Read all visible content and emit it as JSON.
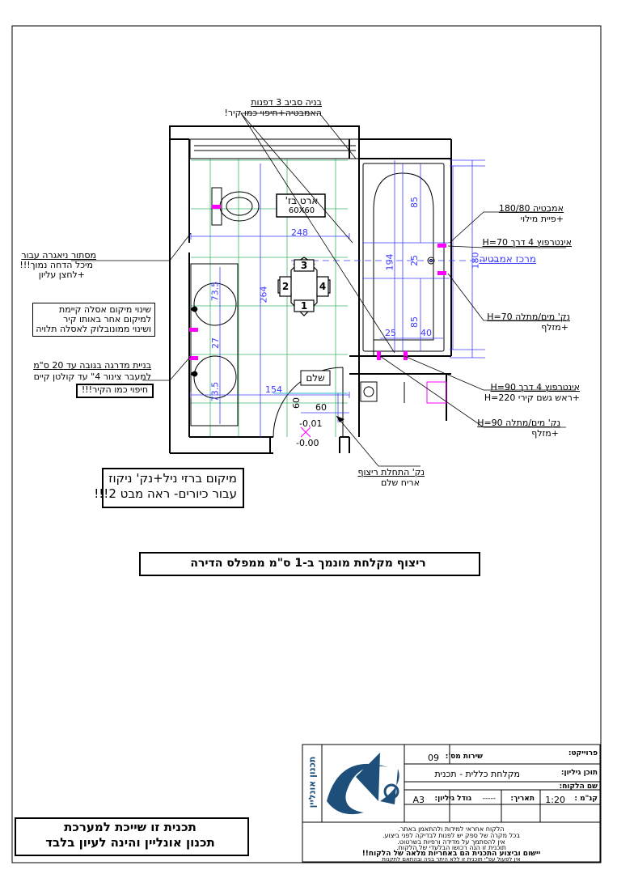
{
  "plan": {
    "dims": {
      "d248": "248",
      "d264": "264",
      "d154": "154",
      "d60a": "60",
      "d60b": "60",
      "d73a": "73.5",
      "d27": "27",
      "d73b": "73.5",
      "d85a": "85",
      "d194": "194",
      "d25a": "25",
      "d85b": "85",
      "d25b": "25",
      "d40": "40",
      "d180": "180"
    },
    "levels": {
      "minus001": "-0.01",
      "minus000": "-0.00"
    },
    "labels": {
      "shalem": "שלם",
      "tile_title": "ארט בז'",
      "tile_size": "60X60",
      "view1": "1",
      "view2": "2",
      "view3": "3",
      "view4": "4"
    }
  },
  "notes": {
    "wall_build_line1": "בניה סביב 3 דפנות",
    "wall_build_line2": "האמבטיה+חיפוי כמו קיר!",
    "bath_line1": "אמבטיה 180/80",
    "bath_line2": "+פיית מילוי",
    "inter_bath": "אינטרפוץ 4 דרך H=70",
    "bath_center": "מרכז אמבטיה",
    "water_bath_line1": "נק' מים/מתלה H=70",
    "water_bath_line2": "+מזלף",
    "inter_shower_line1": "אינטרפוץ 4 דרך H=90",
    "inter_shower_line2": "+ראש גשם קירי H=220",
    "water_shower_line1": "נק' מים/מתלה H=90",
    "water_shower_line2": "+מזלף",
    "floor_start_line1": "נק' התחלת ריצוף",
    "floor_start_line2": "אריח שלם",
    "flush_line1": "מסתור ניאגרה עבור",
    "flush_line2": "מיכל הדחה נמוך!!!",
    "flush_line3": "+לחצן עליון",
    "sink_line1": "שינוי מיקום אסלה קיימת",
    "sink_line2": "למיקום אחר באותו קיר",
    "sink_line3": "ושינוי ממונובלוק לאסלה תלויה",
    "step_line1": "בניית מדרגה בגובה עד 20 ס\"מ",
    "step_line2": "למעבר צינור 4\" עד קולטן קיים",
    "step_line3": "חיפוי כמו הקיר!!!",
    "faucet_line1": "מיקום ברזי ניל+נק' ניקוז",
    "faucet_line2": "עבור כיורים- ראה מבט 2!!!",
    "floor_note": "ריצוף מקלחת מונמך ב-1 ס\"מ ממפלס הדירה",
    "online_line1": "תכנית זו שייכת למערכת",
    "online_line2": "תכנון אונליין והינה לעיון בלבד"
  },
  "titleblock": {
    "project_label": "פרוייקט:",
    "designer_label": "תוכן גיליון:",
    "designer_value": "מקלחת כללית - תכנית",
    "client_label": "שם הלקוח:",
    "scale_label": "קנ\"מ :",
    "scale_value": "1:20",
    "date_label": "תאריך:",
    "date_value": "-----",
    "sheet_size_label": "גודל גיליון:",
    "sheet_size_value": "A3",
    "serial_label": "שירות מס':",
    "serial_value": "09",
    "brand_vertical": "תכנון אונליין",
    "disc1": "הלקוח אחראי למידות ולהתאמן באתר.",
    "disc2": "בכל מקרה של ספק יש לפנות לבדיקה לפני ביצוע.",
    "disc3": "אין להסתמך על מדידה ורפיות בשרטוט.",
    "disc4": "תוכנית זו הנה רכושו הבלעדי של הלקוח.",
    "disc5": "יישום וביצוע התכנית הם באחריות מלאה של הלקוח!!",
    "disc6": "אין לפעול עפ\"י תוכנית זו ללא היתר בניה ובהתאם לתקנות"
  },
  "colors": {
    "magenta": "#ff00ff",
    "blue": "#3b3bff",
    "green": "#3fb46a",
    "cyan": "#2ab3c9"
  }
}
